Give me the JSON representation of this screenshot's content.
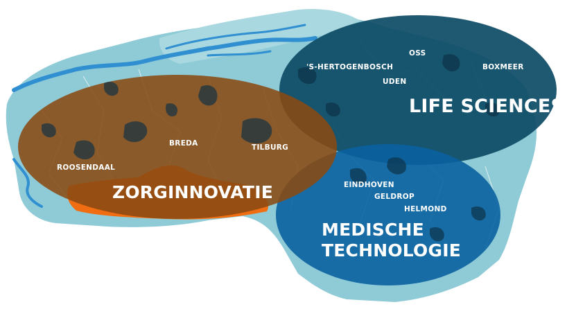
{
  "regions": {
    "zorginnovatie": {
      "label": "ZORGINNOVATIE",
      "color": "#8a4a12"
    },
    "life_sciences": {
      "label": "LIFE SCIENCES",
      "color": "#0e4b66"
    },
    "medische_technologie": {
      "label_line1": "MEDISCHE",
      "label_line2": "TECHNOLOGIE",
      "color": "#0a62a0"
    }
  },
  "cities": {
    "roosendaal": "ROOSENDAAL",
    "breda": "BREDA",
    "tilburg": "TILBURG",
    "s_hertogenbosch": "'S-HERTOGENBOSCH",
    "oss": "OSS",
    "uden": "UDEN",
    "boxmeer": "BOXMEER",
    "eindhoven": "EINDHOVEN",
    "geldrop": "GELDROP",
    "helmond": "HELMOND"
  },
  "colors": {
    "land": "#8fcbd6",
    "river": "#2f8fd0",
    "orange_accent": "#f06d12"
  }
}
